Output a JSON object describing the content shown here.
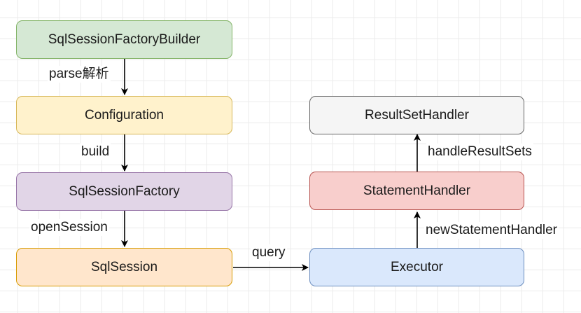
{
  "nodes": {
    "builder": {
      "label": "SqlSessionFactoryBuilder",
      "fill": "#d5e8d4",
      "stroke": "#82b366"
    },
    "configuration": {
      "label": "Configuration",
      "fill": "#fff2cc",
      "stroke": "#d6b656"
    },
    "factory": {
      "label": "SqlSessionFactory",
      "fill": "#e1d5e7",
      "stroke": "#9673a6"
    },
    "session": {
      "label": "SqlSession",
      "fill": "#ffe6cc",
      "stroke": "#d79b00"
    },
    "executor": {
      "label": "Executor",
      "fill": "#dae8fc",
      "stroke": "#6c8ebf"
    },
    "statement_handler": {
      "label": "StatementHandler",
      "fill": "#f8cecc",
      "stroke": "#b85450"
    },
    "resultset_handler": {
      "label": "ResultSetHandler",
      "fill": "#f5f5f5",
      "stroke": "#666666"
    }
  },
  "edges": {
    "parse": "parse解析",
    "build": "build",
    "open_session": "openSession",
    "query": "query",
    "new_statement_handler": "newStatementHandler",
    "handle_result_sets": "handleResultSets"
  },
  "edge_color": "#000000"
}
